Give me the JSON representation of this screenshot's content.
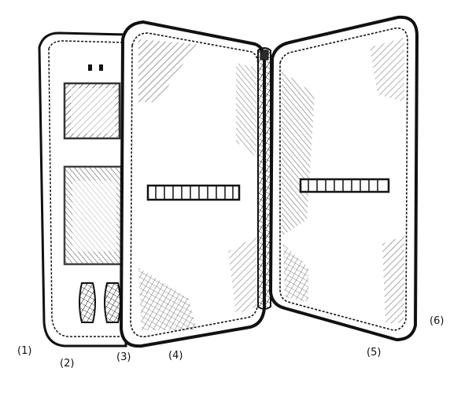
{
  "labels": {
    "part1": "(1)",
    "part2": "(2)",
    "part3": "(3)",
    "part4": "(4)",
    "part5": "(5)",
    "part6": "(6)"
  },
  "colors": {
    "ink": "#111111",
    "paper": "#ffffff",
    "zipper": "#2a2a2a"
  }
}
